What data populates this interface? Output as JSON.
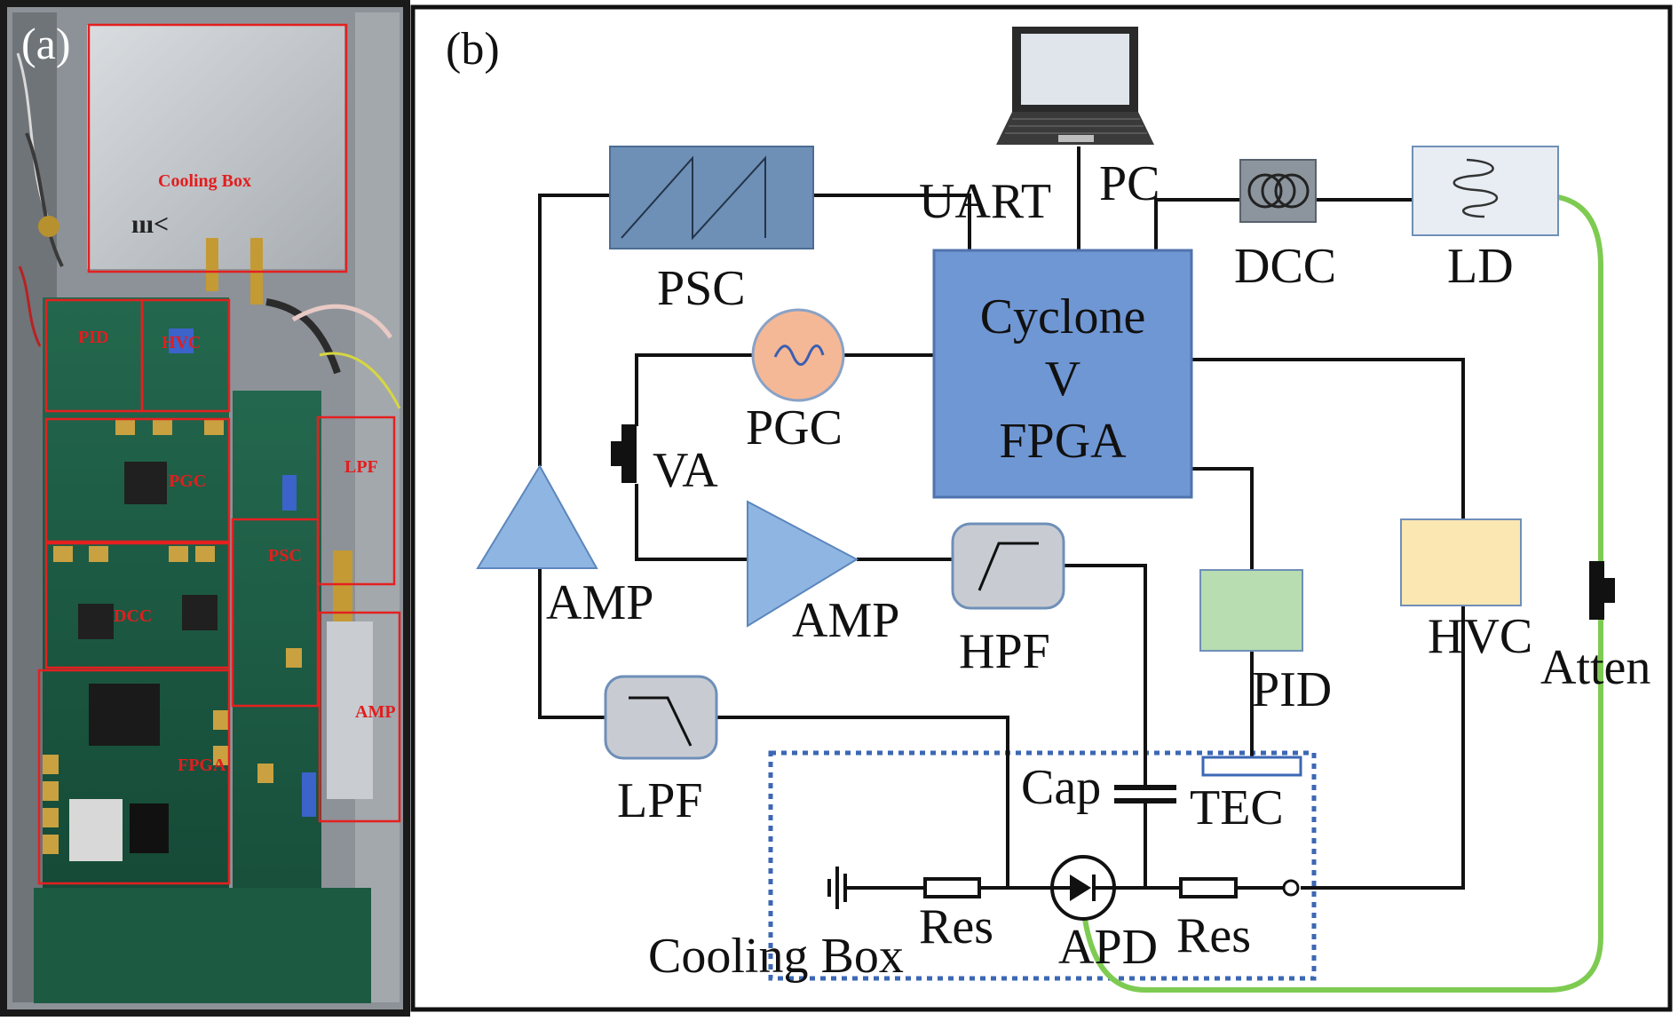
{
  "panel_a": {
    "label": "(a)",
    "photo_labels": {
      "cooling_box": "Cooling Box",
      "pid": "PID",
      "hvc": "HVC",
      "pgc": "PGC",
      "lpf": "LPF",
      "dcc": "DCC",
      "psc": "PSC",
      "fpga": "FPGA",
      "amp": "AMP"
    }
  },
  "panel_b": {
    "label": "(b)",
    "blocks": {
      "pc": "PC",
      "uart": "UART",
      "psc": "PSC",
      "dcc": "DCC",
      "ld": "LD",
      "fpga_line1": "Cyclone",
      "fpga_line2": "V",
      "fpga_line3": "FPGA",
      "pgc": "PGC",
      "va": "VA",
      "amp_left": "AMP",
      "amp_mid": "AMP",
      "hpf": "HPF",
      "pid": "PID",
      "hvc": "HVC",
      "atten": "Atten",
      "lpf": "LPF",
      "cap": "Cap",
      "tec": "TEC",
      "res_left": "Res",
      "apd": "APD",
      "res_right": "Res",
      "cooling_box": "Cooling Box"
    }
  },
  "colors": {
    "fpga_fill": "#6f97d4",
    "psc_fill": "#6e8fb6",
    "pgc_fill": "#f4b896",
    "amp_fill": "#8fb6e2",
    "filter_fill": "#c8ccd2",
    "pid_fill": "#b7ddb0",
    "hvc_fill": "#fbe7b2",
    "ld_fill": "#e7edf2",
    "fiber": "#7ecb52",
    "photo_label": "#e11e1e",
    "cooling_box_border": "#3c67b4"
  }
}
